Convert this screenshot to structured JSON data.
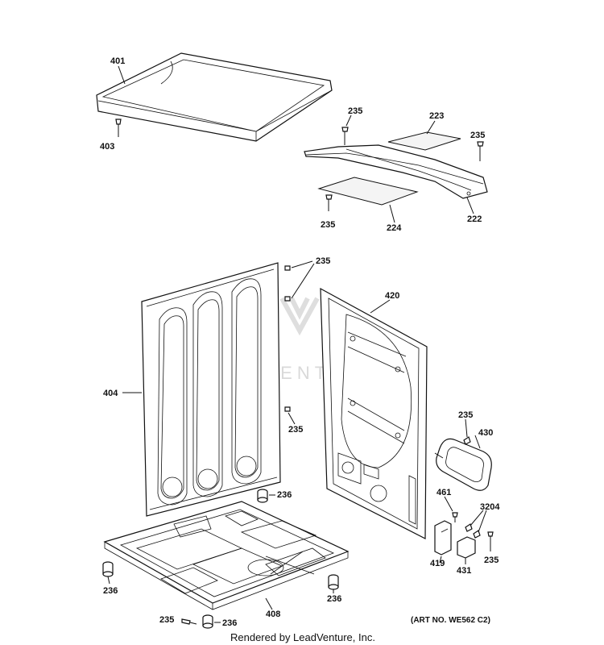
{
  "callouts": {
    "c401": "401",
    "c403": "403",
    "c235_a": "235",
    "c223": "223",
    "c235_b": "235",
    "c235_c": "235",
    "c224": "224",
    "c222": "222",
    "c235_d": "235",
    "c420": "420",
    "c404": "404",
    "c235_e": "235",
    "c235_f": "235",
    "c430": "430",
    "c236_a": "236",
    "c461": "461",
    "c3204": "3204",
    "c419": "419",
    "c431": "431",
    "c235_g": "235",
    "c236_b": "236",
    "c236_c": "236",
    "c408": "408",
    "c235_h": "235",
    "c236_d": "236"
  },
  "art_number": "(ART NO. WE562 C2)",
  "footer_text": "Rendered by LeadVenture, Inc.",
  "watermark_text": "LEADVENTURE"
}
